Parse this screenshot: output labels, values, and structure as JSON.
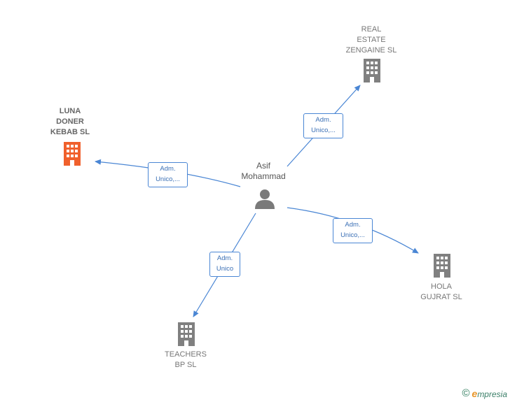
{
  "colors": {
    "edge": "#4a86d4",
    "building": "#808080",
    "building_focus": "#f0602c",
    "person": "#7a7a7a"
  },
  "nodes": {
    "real_estate": {
      "label": "REAL\nESTATE\nZENGAINE  SL",
      "icon": "building-icon"
    },
    "luna": {
      "label": "LUNA\nDONER\nKEBAB  SL",
      "icon": "building-icon"
    },
    "asif": {
      "label": "Asif\nMohammad",
      "icon": "person-icon"
    },
    "hola": {
      "label": "HOLA\nGUJRAT  SL",
      "icon": "building-icon"
    },
    "teachers": {
      "label": "TEACHERS\nBP SL",
      "icon": "building-icon"
    }
  },
  "edges": {
    "real_estate": {
      "label": "Adm.\nUnico,..."
    },
    "luna": {
      "label": "Adm.\nUnico,..."
    },
    "hola": {
      "label": "Adm.\nUnico,..."
    },
    "teachers": {
      "label": "Adm.\nUnico"
    }
  },
  "footer": {
    "copyright": "©",
    "brand_initial": "e",
    "brand_rest": "mpresia"
  }
}
